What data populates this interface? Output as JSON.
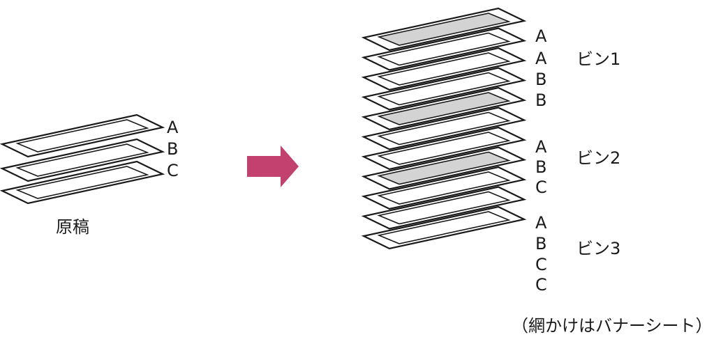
{
  "original": {
    "caption": "原稿",
    "sheets": [
      "A",
      "B",
      "C"
    ]
  },
  "arrow": {
    "color": "#c2416f"
  },
  "bins": [
    {
      "label": "ビン1",
      "sheets": [
        {
          "letter": "A",
          "banner": true
        },
        {
          "letter": "A",
          "banner": false
        },
        {
          "letter": "B",
          "banner": false
        },
        {
          "letter": "B",
          "banner": false
        }
      ]
    },
    {
      "label": "ビン2",
      "sheets": [
        {
          "letter": "A",
          "banner": true
        },
        {
          "letter": "B",
          "banner": false
        },
        {
          "letter": "C",
          "banner": false
        }
      ]
    },
    {
      "label": "ビン3",
      "sheets": [
        {
          "letter": "A",
          "banner": true
        },
        {
          "letter": "B",
          "banner": false
        },
        {
          "letter": "C",
          "banner": false
        },
        {
          "letter": "C",
          "banner": false
        }
      ]
    }
  ],
  "note": "（網かけはバナーシート）",
  "colors": {
    "banner_fill": "#d3d3d3",
    "line": "#1a1a1a"
  }
}
